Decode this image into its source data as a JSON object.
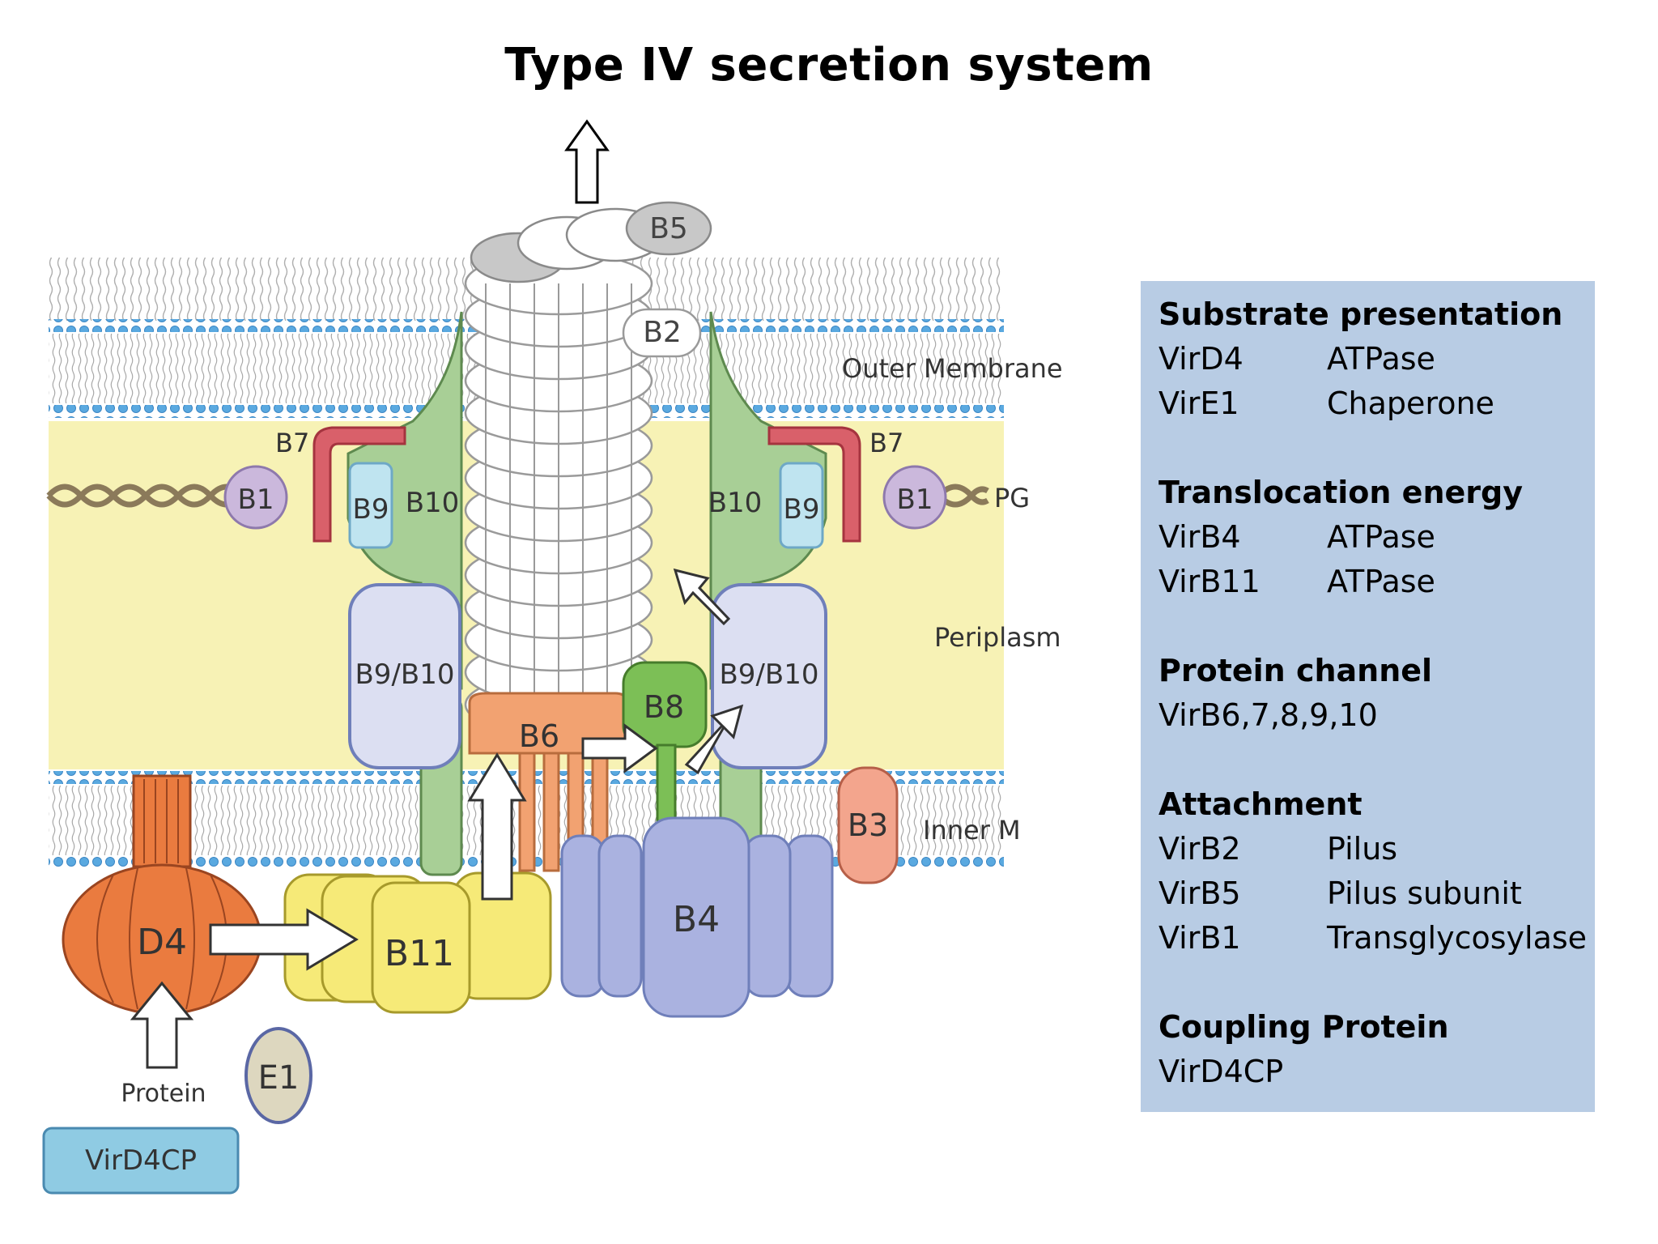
{
  "title": "Type IV secretion system",
  "diagram": {
    "labels": {
      "outer_membrane": "Outer Membrane",
      "pg": "PG",
      "periplasm": "Periplasm",
      "inner_membrane": "Inner M",
      "b5": "B5",
      "b2": "B2",
      "b7_left": "B7",
      "b7_right": "B7",
      "b1_left": "B1",
      "b1_right": "B1",
      "b9_left": "B9",
      "b10_left": "B10",
      "b10_right": "B10",
      "b9_right": "B9",
      "b9b10_left": "B9/B10",
      "b9b10_right": "B9/B10",
      "b6": "B6",
      "b8": "B8",
      "b3": "B3",
      "b4": "B4",
      "b11": "B11",
      "d4": "D4",
      "e1": "E1",
      "protein": "Protein",
      "virD4cp_box": "VirD4CP"
    }
  },
  "legend": {
    "sections": [
      {
        "heading": "Substrate presentation",
        "rows": [
          {
            "name": "VirD4",
            "role": "ATPase"
          },
          {
            "name": "VirE1",
            "role": "Chaperone"
          }
        ]
      },
      {
        "heading": "Translocation energy",
        "rows": [
          {
            "name": "VirB4",
            "role": "ATPase"
          },
          {
            "name": "VirB11",
            "role": "ATPase"
          }
        ]
      },
      {
        "heading": "Protein channel",
        "rows": [
          {
            "name": "VirB6,7,8,9,10",
            "role": ""
          }
        ]
      },
      {
        "heading": "Attachment",
        "rows": [
          {
            "name": "VirB2",
            "role": "Pilus"
          },
          {
            "name": "VirB5",
            "role": "Pilus subunit"
          },
          {
            "name": "VirB1",
            "role": "Transglycosylase"
          }
        ]
      },
      {
        "heading": "Coupling Protein",
        "rows": [
          {
            "name": "VirD4CP",
            "role": ""
          }
        ]
      }
    ]
  },
  "colors": {
    "periplasm": "#f7f2b5",
    "membrane_dots": "#5aa9e0",
    "b1": "#cbb8dc",
    "b7": "#d9606a",
    "b9_b10": "#a8cf96",
    "b9_inner": "#bfe4f0",
    "b9b10_core": "#dcdff2",
    "b6": "#f2a271",
    "b8": "#7cbf56",
    "b3": "#f3a58d",
    "b4": "#aab2e0",
    "b11": "#f6ea78",
    "d4": "#ea7b3f",
    "e1": "#ddd7bf",
    "virD4cp": "#8fcbe3",
    "legend_bg": "#b8cce4"
  }
}
